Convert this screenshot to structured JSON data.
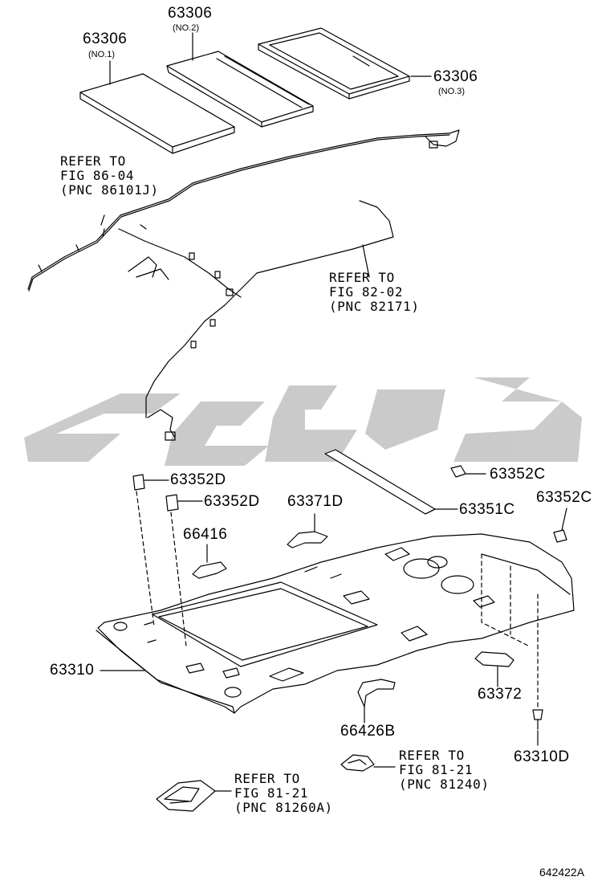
{
  "diagram": {
    "parts": {
      "p63306_1": "63306",
      "p63306_1_note": "(NO.1)",
      "p63306_2": "63306",
      "p63306_2_note": "(NO.2)",
      "p63306_3": "63306",
      "p63306_3_note": "(NO.3)",
      "p63352d_a": "63352D",
      "p63352d_b": "63352D",
      "p63371d": "63371D",
      "p66416": "66416",
      "p63352c_a": "63352C",
      "p63352c_b": "63352C",
      "p63351c": "63351C",
      "p63310": "63310",
      "p63372": "63372",
      "p66426b": "66426B",
      "p63310d": "63310D"
    },
    "refs": {
      "ref_86": {
        "line1": "REFER TO",
        "line2": "FIG 86-04",
        "line3": "(PNC 86101J)"
      },
      "ref_82": {
        "line1": "REFER TO",
        "line2": "FIG 82-02",
        "line3": "(PNC 82171)"
      },
      "ref_81a": {
        "line1": "REFER TO",
        "line2": "FIG 81-21",
        "line3": "(PNC 81240)"
      },
      "ref_81b": {
        "line1": "REFER TO",
        "line2": "FIG 81-21",
        "line3": "(PNC 81260A)"
      }
    },
    "figure_code": "642422A",
    "colors": {
      "line": "#000000",
      "watermark": "#c8c8c8"
    }
  }
}
